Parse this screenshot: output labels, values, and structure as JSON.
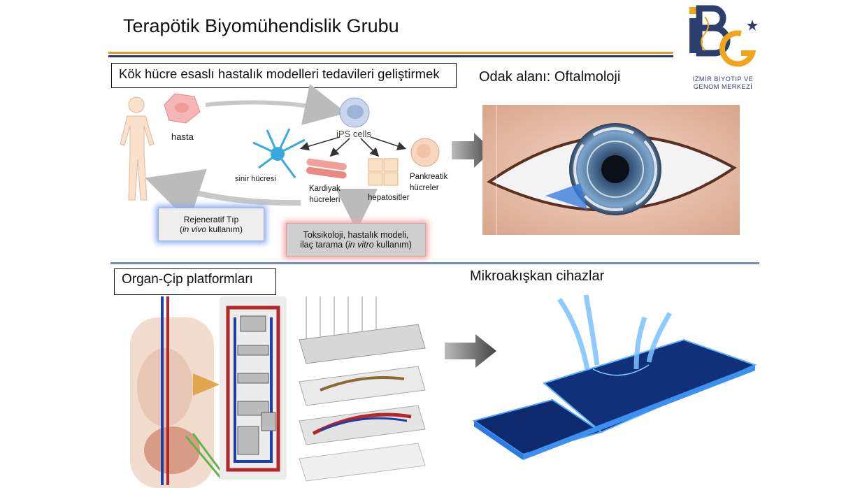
{
  "slide": {
    "title": "Terapötik Biyomühendislik Grubu",
    "logo": {
      "line1": "İZMİR BİYOTIP VE",
      "line2": "GENOM MERKEZİ",
      "letters": "iBG"
    },
    "section1": {
      "heading": "Kök hücre esaslı hastalık modelleri tedavileri geliştirmek",
      "labels": {
        "patient": "hasta",
        "ips": "iPS cells",
        "neuron": "sinir hücresi",
        "cardiac_1": "Kardiyak",
        "cardiac_2": "hücreleri",
        "hepato": "hepatositler",
        "pancreatic_1": "Pankreatik",
        "pancreatic_2": "hücreler"
      },
      "regen_box": {
        "line1": "Rejeneratif Tıp",
        "line2_italic": "in vivo",
        "line2_rest": " kullanım)",
        "line2_open": "("
      },
      "tox_box": {
        "line1": "Toksikoloji, hastalık modeli,",
        "line2_pre": "ilaç tarama (",
        "line2_italic": "in vitro",
        "line2_rest": " kullanım)"
      }
    },
    "section2": {
      "heading": "Odak alanı: Oftalmoloji"
    },
    "section3": {
      "heading": "Organ-Çip platformları"
    },
    "section4": {
      "heading": "Mikroakışkan cihazlar"
    },
    "colors": {
      "orange_rule": "#e69a2e",
      "navy_rule": "#25386b",
      "mid_rule": "#6e8fbe"
    }
  }
}
